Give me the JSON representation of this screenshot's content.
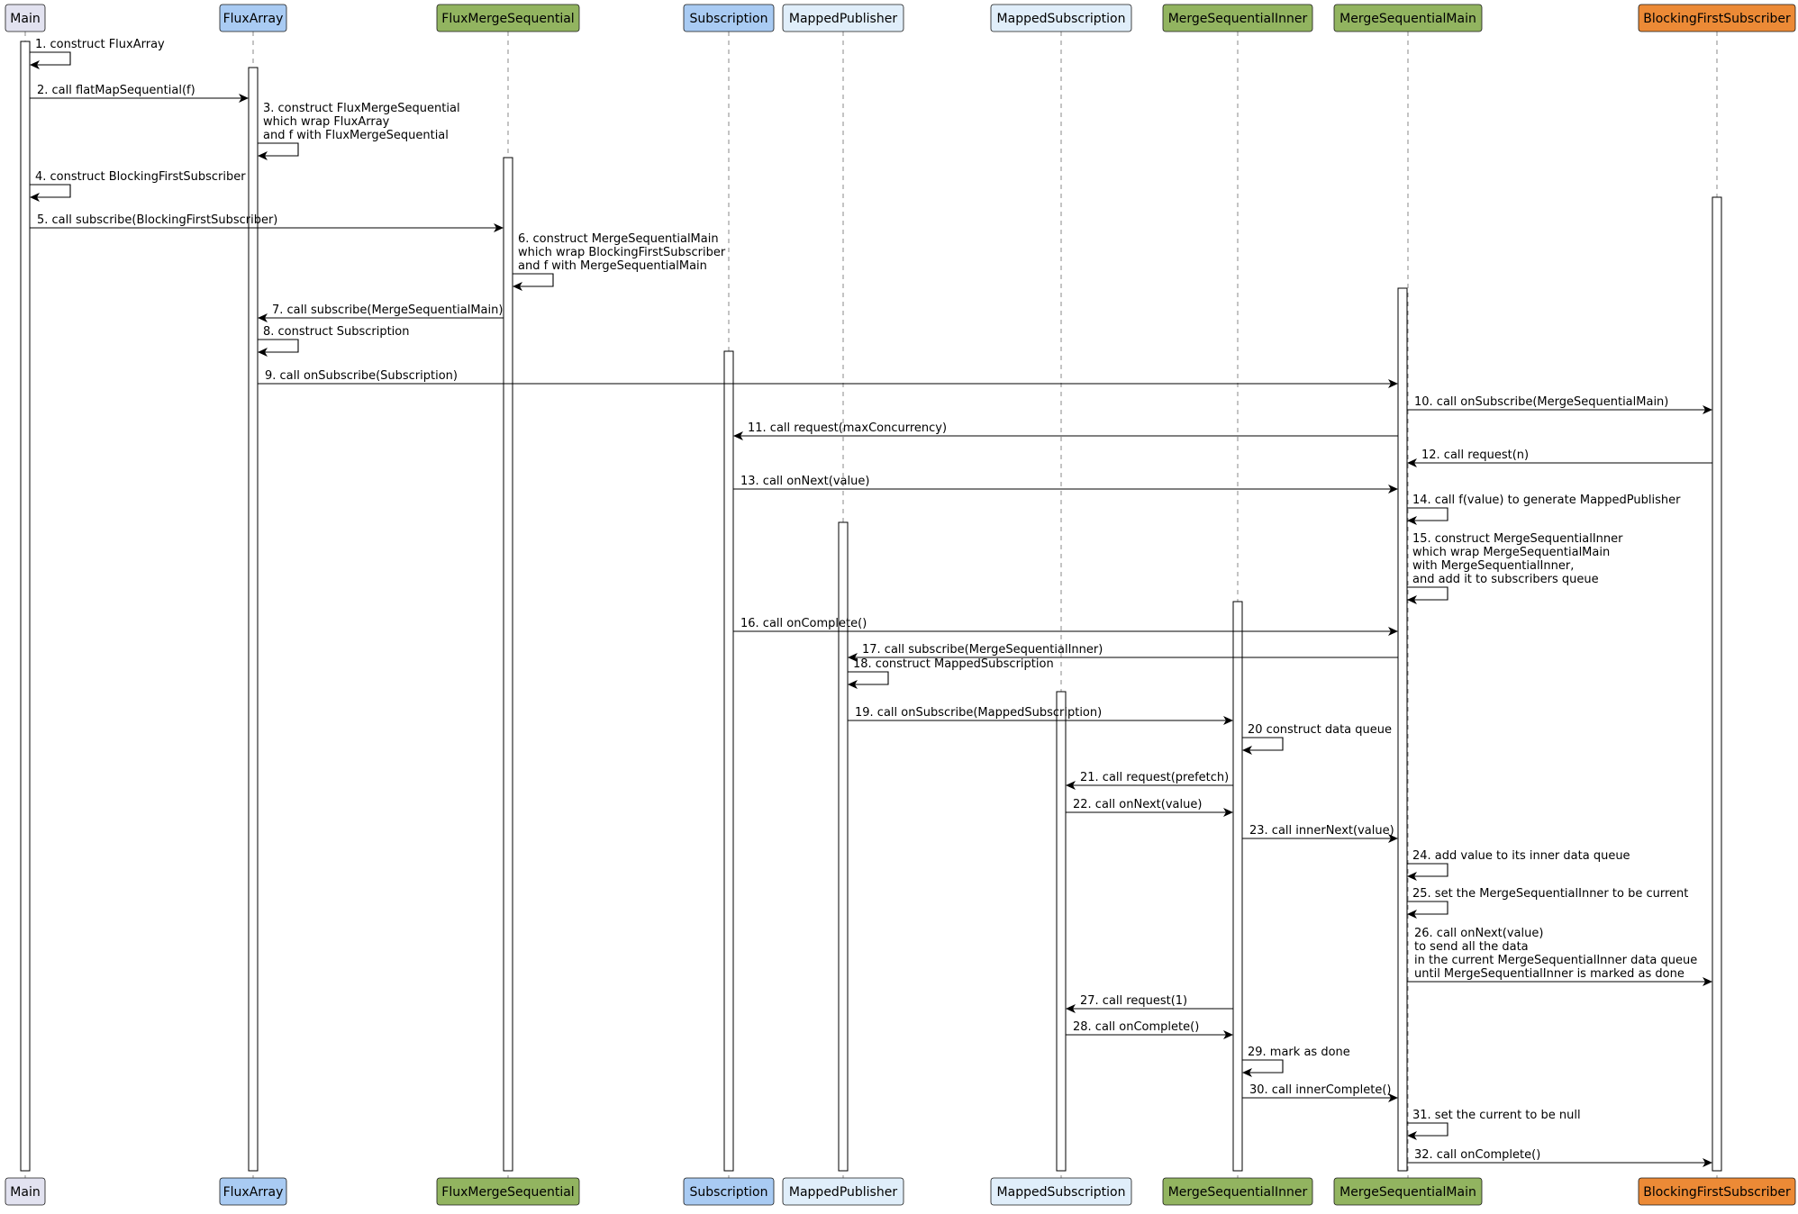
{
  "participants": [
    {
      "id": "Main",
      "label": "Main",
      "color": "#e2e2f0"
    },
    {
      "id": "FluxArray",
      "label": "FluxArray",
      "color": "#a9cbf3"
    },
    {
      "id": "FluxMergeSequential",
      "label": "FluxMergeSequential",
      "color": "#92b460"
    },
    {
      "id": "Subscription",
      "label": "Subscription",
      "color": "#a9cbf3"
    },
    {
      "id": "MappedPublisher",
      "label": "MappedPublisher",
      "color": "#e0eefa"
    },
    {
      "id": "MappedSubscription",
      "label": "MappedSubscription",
      "color": "#e0eefa"
    },
    {
      "id": "MergeSequentialInner",
      "label": "MergeSequentialInner",
      "color": "#92b460"
    },
    {
      "id": "MergeSequentialMain",
      "label": "MergeSequentialMain",
      "color": "#92b460"
    },
    {
      "id": "BlockingFirstSubscriber",
      "label": "BlockingFirstSubscriber",
      "color": "#ec8a36"
    }
  ],
  "messages": [
    {
      "from": "Main",
      "to": "Main",
      "text": [
        "1. construct FluxArray"
      ]
    },
    {
      "from": "Main",
      "to": "FluxArray",
      "text": [
        "2. call flatMapSequential(f)"
      ]
    },
    {
      "from": "FluxArray",
      "to": "FluxArray",
      "text": [
        "3. construct FluxMergeSequential",
        "which wrap FluxArray",
        "and f with FluxMergeSequential"
      ]
    },
    {
      "from": "Main",
      "to": "Main",
      "text": [
        "4. construct BlockingFirstSubscriber"
      ]
    },
    {
      "from": "Main",
      "to": "FluxMergeSequential",
      "text": [
        "5. call subscribe(BlockingFirstSubscriber)"
      ]
    },
    {
      "from": "FluxMergeSequential",
      "to": "FluxMergeSequential",
      "text": [
        "6. construct MergeSequentialMain",
        "which wrap BlockingFirstSubscriber",
        "and f with MergeSequentialMain"
      ]
    },
    {
      "from": "FluxMergeSequential",
      "to": "FluxArray",
      "text": [
        "7. call subscribe(MergeSequentialMain)"
      ]
    },
    {
      "from": "FluxArray",
      "to": "FluxArray",
      "text": [
        "8. construct Subscription"
      ]
    },
    {
      "from": "FluxArray",
      "to": "MergeSequentialMain",
      "text": [
        "9. call onSubscribe(Subscription)"
      ]
    },
    {
      "from": "MergeSequentialMain",
      "to": "BlockingFirstSubscriber",
      "text": [
        "10. call onSubscribe(MergeSequentialMain)"
      ]
    },
    {
      "from": "MergeSequentialMain",
      "to": "Subscription",
      "text": [
        "11. call request(maxConcurrency)"
      ]
    },
    {
      "from": "BlockingFirstSubscriber",
      "to": "MergeSequentialMain",
      "text": [
        "12. call request(n)"
      ]
    },
    {
      "from": "Subscription",
      "to": "MergeSequentialMain",
      "text": [
        "13. call onNext(value)"
      ]
    },
    {
      "from": "MergeSequentialMain",
      "to": "MergeSequentialMain",
      "text": [
        "14. call f(value) to generate MappedPublisher"
      ]
    },
    {
      "from": "MergeSequentialMain",
      "to": "MergeSequentialMain",
      "text": [
        "15. construct MergeSequentialInner",
        "which wrap MergeSequentialMain",
        "with MergeSequentialInner,",
        "and add it to subscribers queue"
      ]
    },
    {
      "from": "Subscription",
      "to": "MergeSequentialMain",
      "text": [
        "16. call onComplete()"
      ]
    },
    {
      "from": "MergeSequentialMain",
      "to": "MappedPublisher",
      "text": [
        "17. call subscribe(MergeSequentialInner)"
      ]
    },
    {
      "from": "MappedPublisher",
      "to": "MappedPublisher",
      "text": [
        "18. construct MappedSubscription"
      ]
    },
    {
      "from": "MappedPublisher",
      "to": "MergeSequentialInner",
      "text": [
        "19. call onSubscribe(MappedSubscription)"
      ]
    },
    {
      "from": "MergeSequentialInner",
      "to": "MergeSequentialInner",
      "text": [
        "20 construct data queue"
      ]
    },
    {
      "from": "MergeSequentialInner",
      "to": "MappedSubscription",
      "text": [
        "21. call request(prefetch)"
      ]
    },
    {
      "from": "MappedSubscription",
      "to": "MergeSequentialInner",
      "text": [
        "22. call onNext(value)"
      ]
    },
    {
      "from": "MergeSequentialInner",
      "to": "MergeSequentialMain",
      "text": [
        "23. call innerNext(value)"
      ]
    },
    {
      "from": "MergeSequentialMain",
      "to": "MergeSequentialMain",
      "text": [
        "24. add value to its inner data queue"
      ]
    },
    {
      "from": "MergeSequentialMain",
      "to": "MergeSequentialMain",
      "text": [
        "25. set the MergeSequentialInner to be current"
      ]
    },
    {
      "from": "MergeSequentialMain",
      "to": "BlockingFirstSubscriber",
      "text": [
        "26. call onNext(value)",
        "to send all the data",
        "in the current MergeSequentialInner data queue",
        "until MergeSequentialInner is marked as done"
      ]
    },
    {
      "from": "MergeSequentialInner",
      "to": "MappedSubscription",
      "text": [
        "27. call request(1)"
      ]
    },
    {
      "from": "MappedSubscription",
      "to": "MergeSequentialInner",
      "text": [
        "28. call onComplete()"
      ]
    },
    {
      "from": "MergeSequentialInner",
      "to": "MergeSequentialInner",
      "text": [
        "29. mark as done"
      ]
    },
    {
      "from": "MergeSequentialInner",
      "to": "MergeSequentialMain",
      "text": [
        "30. call innerComplete()"
      ]
    },
    {
      "from": "MergeSequentialMain",
      "to": "MergeSequentialMain",
      "text": [
        "31. set the current to be null"
      ]
    },
    {
      "from": "MergeSequentialMain",
      "to": "BlockingFirstSubscriber",
      "text": [
        "32. call onComplete()"
      ]
    }
  ]
}
